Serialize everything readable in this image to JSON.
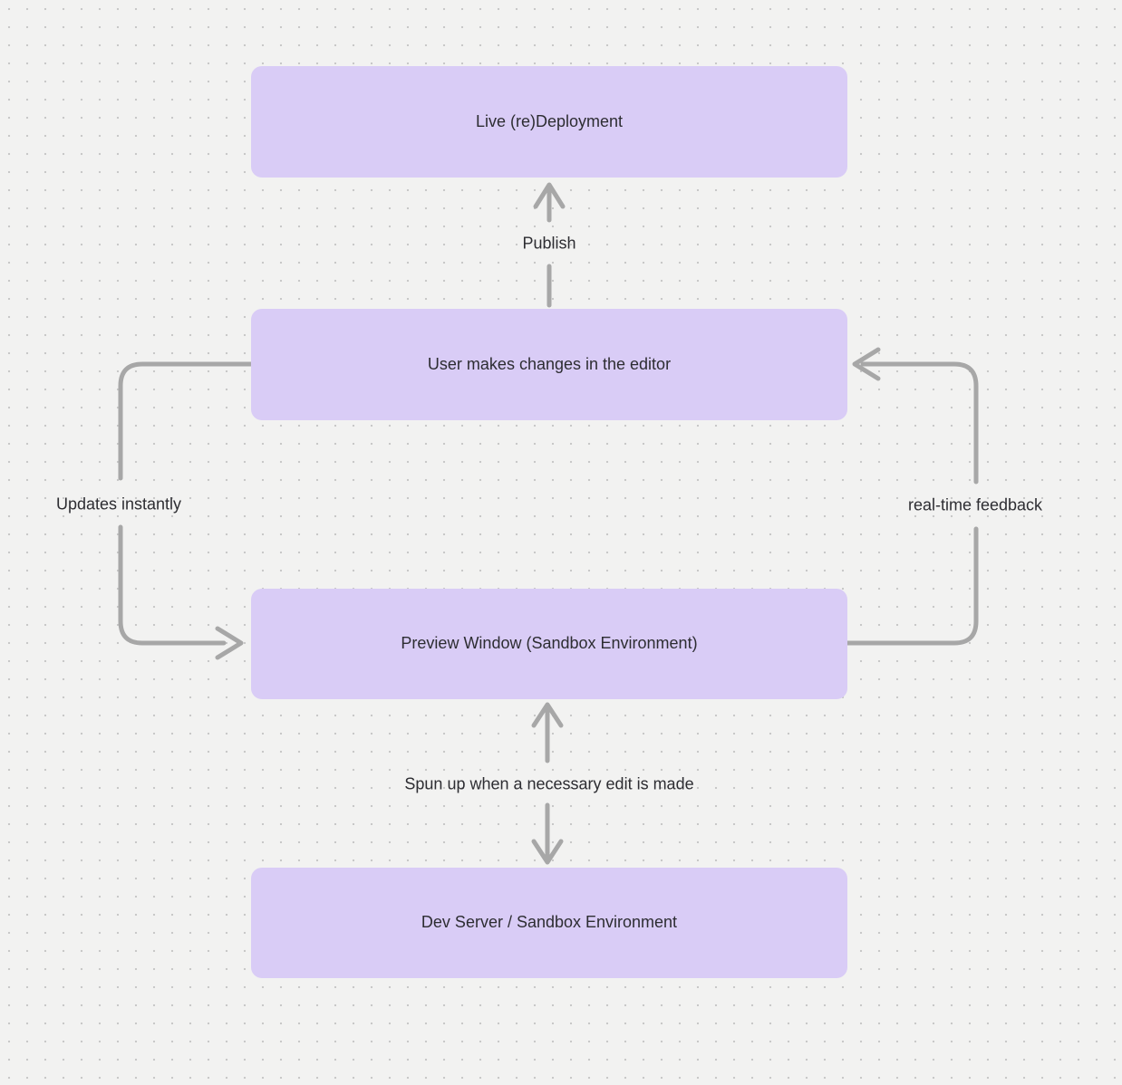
{
  "diagram": {
    "nodes": [
      {
        "id": "live-deployment",
        "label": "Live (re)Deployment"
      },
      {
        "id": "user-changes",
        "label": "User makes changes in the editor"
      },
      {
        "id": "preview-window",
        "label": "Preview Window (Sandbox Environment)"
      },
      {
        "id": "dev-server",
        "label": "Dev Server / Sandbox Environment"
      }
    ],
    "edges": [
      {
        "from": "user-changes",
        "to": "live-deployment",
        "label": "Publish",
        "direction": "up"
      },
      {
        "from": "user-changes",
        "to": "preview-window",
        "label": "Updates instantly",
        "side": "left",
        "direction": "down"
      },
      {
        "from": "preview-window",
        "to": "user-changes",
        "label": "real-time feedback",
        "side": "right",
        "direction": "up"
      },
      {
        "from": "preview-window",
        "to": "dev-server",
        "label": "Spun up when a necessary edit is made",
        "direction": "both"
      }
    ],
    "colors": {
      "canvas_background": "#f2f2f1",
      "grid_dot": "#c8c8c8",
      "node_fill": "#d9ccf6",
      "node_text": "#2d2d32",
      "arrow": "#a7a7a7"
    }
  }
}
